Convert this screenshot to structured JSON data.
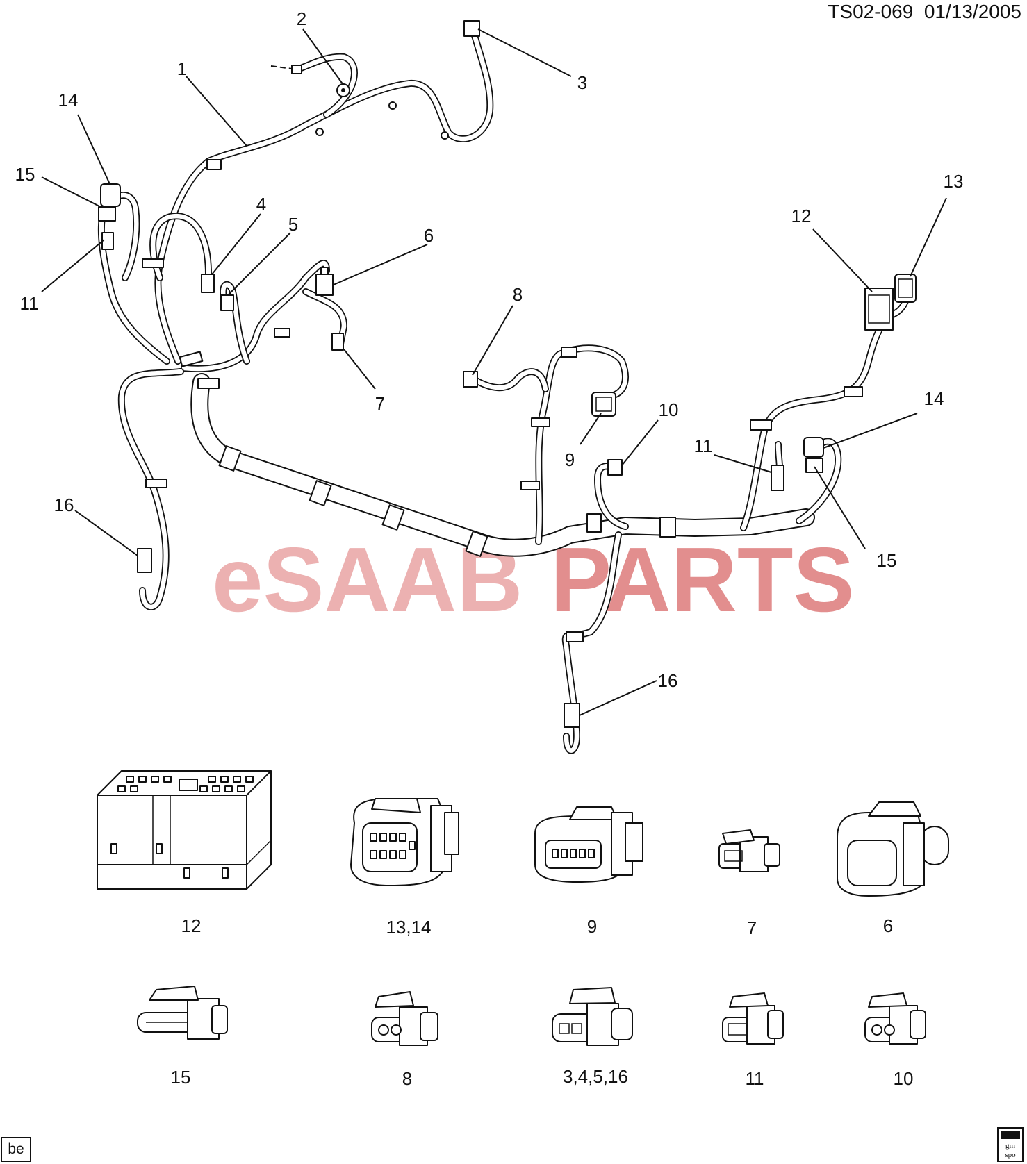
{
  "drawing_id": "TS02-069  01/13/2005",
  "corner_code": "be",
  "watermark": {
    "part_a": "eSAAB",
    "part_b": "PARTS"
  },
  "logo_text": "gm spo",
  "callouts": [
    "1",
    "2",
    "3",
    "4",
    "5",
    "6",
    "7",
    "8",
    "9",
    "10",
    "11",
    "11",
    "12",
    "13",
    "14",
    "14",
    "15",
    "15",
    "16",
    "16"
  ],
  "detail_labels": {
    "row1": [
      "12",
      "13,14",
      "9",
      "7",
      "6"
    ],
    "row2": [
      "15",
      "8",
      "3,4,5,16",
      "11",
      "10"
    ]
  }
}
